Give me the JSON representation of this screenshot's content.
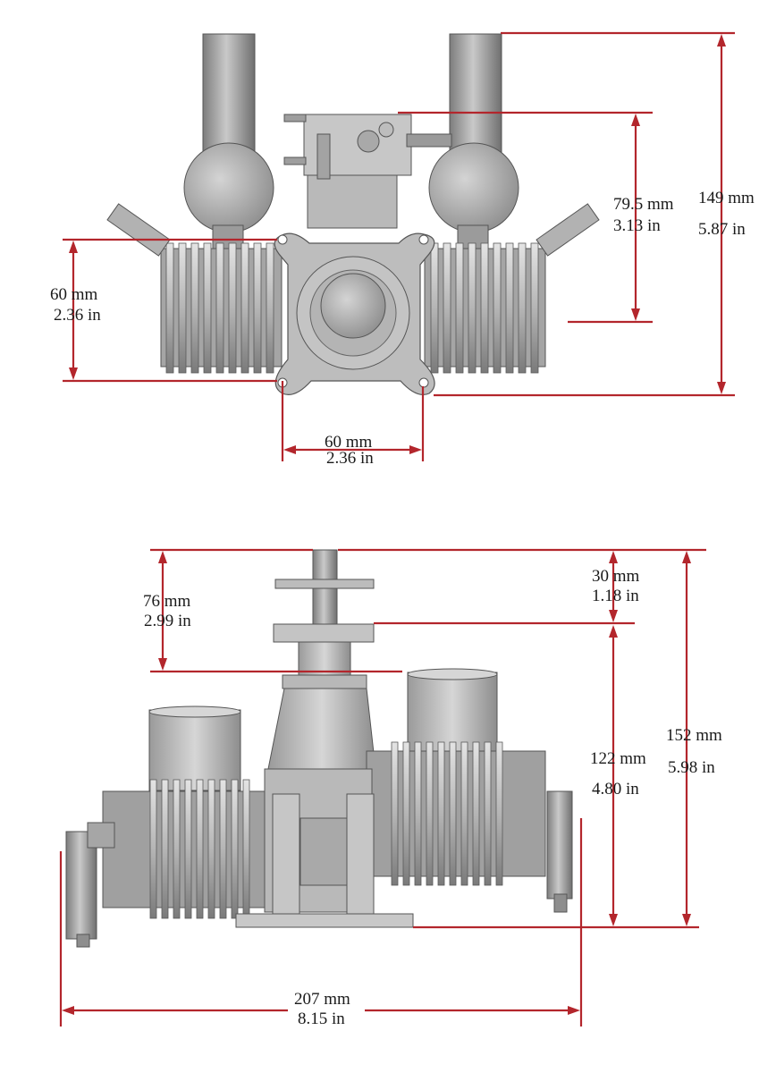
{
  "top_view": {
    "height_total": {
      "mm": "149 mm",
      "in": "5.87 in"
    },
    "height_carb": {
      "mm": "79.5 mm",
      "in": "3.13 in"
    },
    "mount_vertical": {
      "mm": "60 mm",
      "in": "2.36 in"
    },
    "mount_horizontal": {
      "mm": "60 mm",
      "in": "2.36 in"
    }
  },
  "side_view": {
    "shaft_length": {
      "mm": "76 mm",
      "in": "2.99 in"
    },
    "hub_offset": {
      "mm": "30 mm",
      "in": "1.18 in"
    },
    "body_height": {
      "mm": "122 mm",
      "in": "4.80 in"
    },
    "total_height": {
      "mm": "152 mm",
      "in": "5.98 in"
    },
    "total_width": {
      "mm": "207 mm",
      "in": "8.15 in"
    }
  },
  "colors": {
    "dimension_line": "#b3262c",
    "metal_light": "#d2d2d2",
    "metal_mid": "#a9a9a9",
    "metal_dark": "#6e6e6e"
  }
}
